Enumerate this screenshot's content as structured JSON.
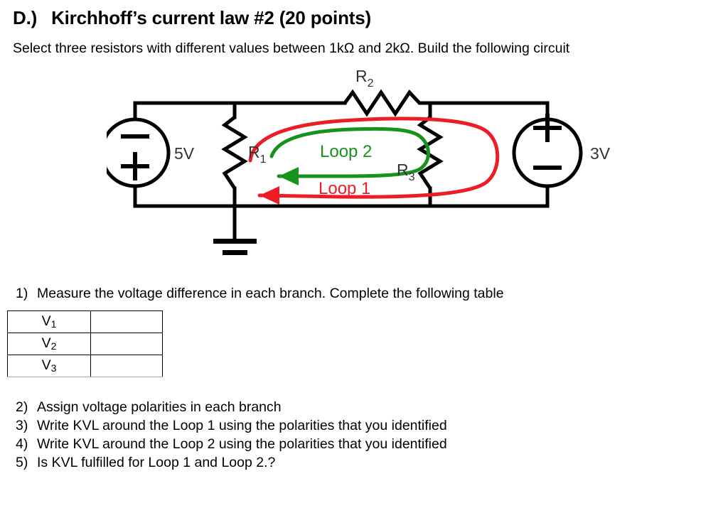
{
  "title": {
    "lead": "D.)",
    "text": "Kirchhoff’s current law #2 (20 points)"
  },
  "intro": "Select three resistors with different values between 1kΩ and 2kΩ.  Build the following circuit",
  "circuit": {
    "source_left": {
      "label": "5V",
      "top_sign": "−",
      "bottom_sign": "+"
    },
    "source_right": {
      "label": "3V",
      "top_sign": "+",
      "bottom_sign": "−"
    },
    "resistors": [
      {
        "name": "R1",
        "label": "R",
        "sub": "1",
        "orientation": "vertical"
      },
      {
        "name": "R2",
        "label": "R",
        "sub": "2",
        "orientation": "horizontal"
      },
      {
        "name": "R3",
        "label": "R",
        "sub": "3",
        "orientation": "vertical"
      }
    ],
    "loops": [
      {
        "name": "Loop 1",
        "color": "#ee1c25",
        "direction": "counter-clockwise"
      },
      {
        "name": "Loop 2",
        "color": "#17921f",
        "direction": "counter-clockwise"
      }
    ],
    "ground": "earth-ground",
    "wire_color": "#000000"
  },
  "question1": {
    "num": "1)",
    "text": "Measure the voltage difference in each branch. Complete the following table"
  },
  "table": {
    "rows": [
      {
        "label": "V",
        "sub": "1",
        "value": ""
      },
      {
        "label": "V",
        "sub": "2",
        "value": ""
      },
      {
        "label": "V",
        "sub": "3",
        "value": ""
      }
    ]
  },
  "questions": [
    {
      "num": "2)",
      "text": "Assign voltage polarities in each branch"
    },
    {
      "num": "3)",
      "text": "Write KVL around the Loop 1 using the polarities that you identified"
    },
    {
      "num": "4)",
      "text": "Write KVL around the Loop 2 using the polarities that you identified"
    },
    {
      "num": "5)",
      "text": "Is KVL fulfilled for Loop 1 and Loop 2.?"
    }
  ]
}
